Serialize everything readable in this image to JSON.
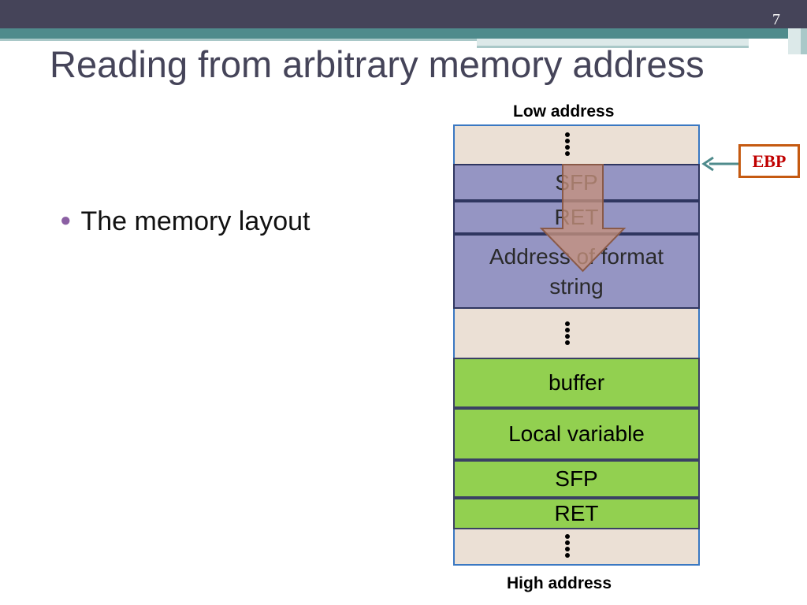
{
  "slide": {
    "number": "7",
    "title": "Reading from arbitrary memory address",
    "bullet": "The memory layout"
  },
  "diagram": {
    "low_label": "Low address",
    "high_label": "High address",
    "ebp_label": "EBP",
    "frames": {
      "top_sfp": "SFP",
      "top_ret": "RET",
      "format_addr": "Address of format string",
      "buffer": "buffer",
      "local_var": "Local variable",
      "bottom_sfp": "SFP",
      "bottom_ret": "RET"
    },
    "colors": {
      "stack_bg": "#ebe0d5",
      "stack_border": "#3a78c2",
      "purple_frame": "#9595c3",
      "green_frame": "#92d050",
      "arrow": "#c5917c",
      "ebp_border": "#c55a11",
      "ebp_text": "#c00000",
      "pointer_arrow": "#4f8b8c"
    }
  }
}
